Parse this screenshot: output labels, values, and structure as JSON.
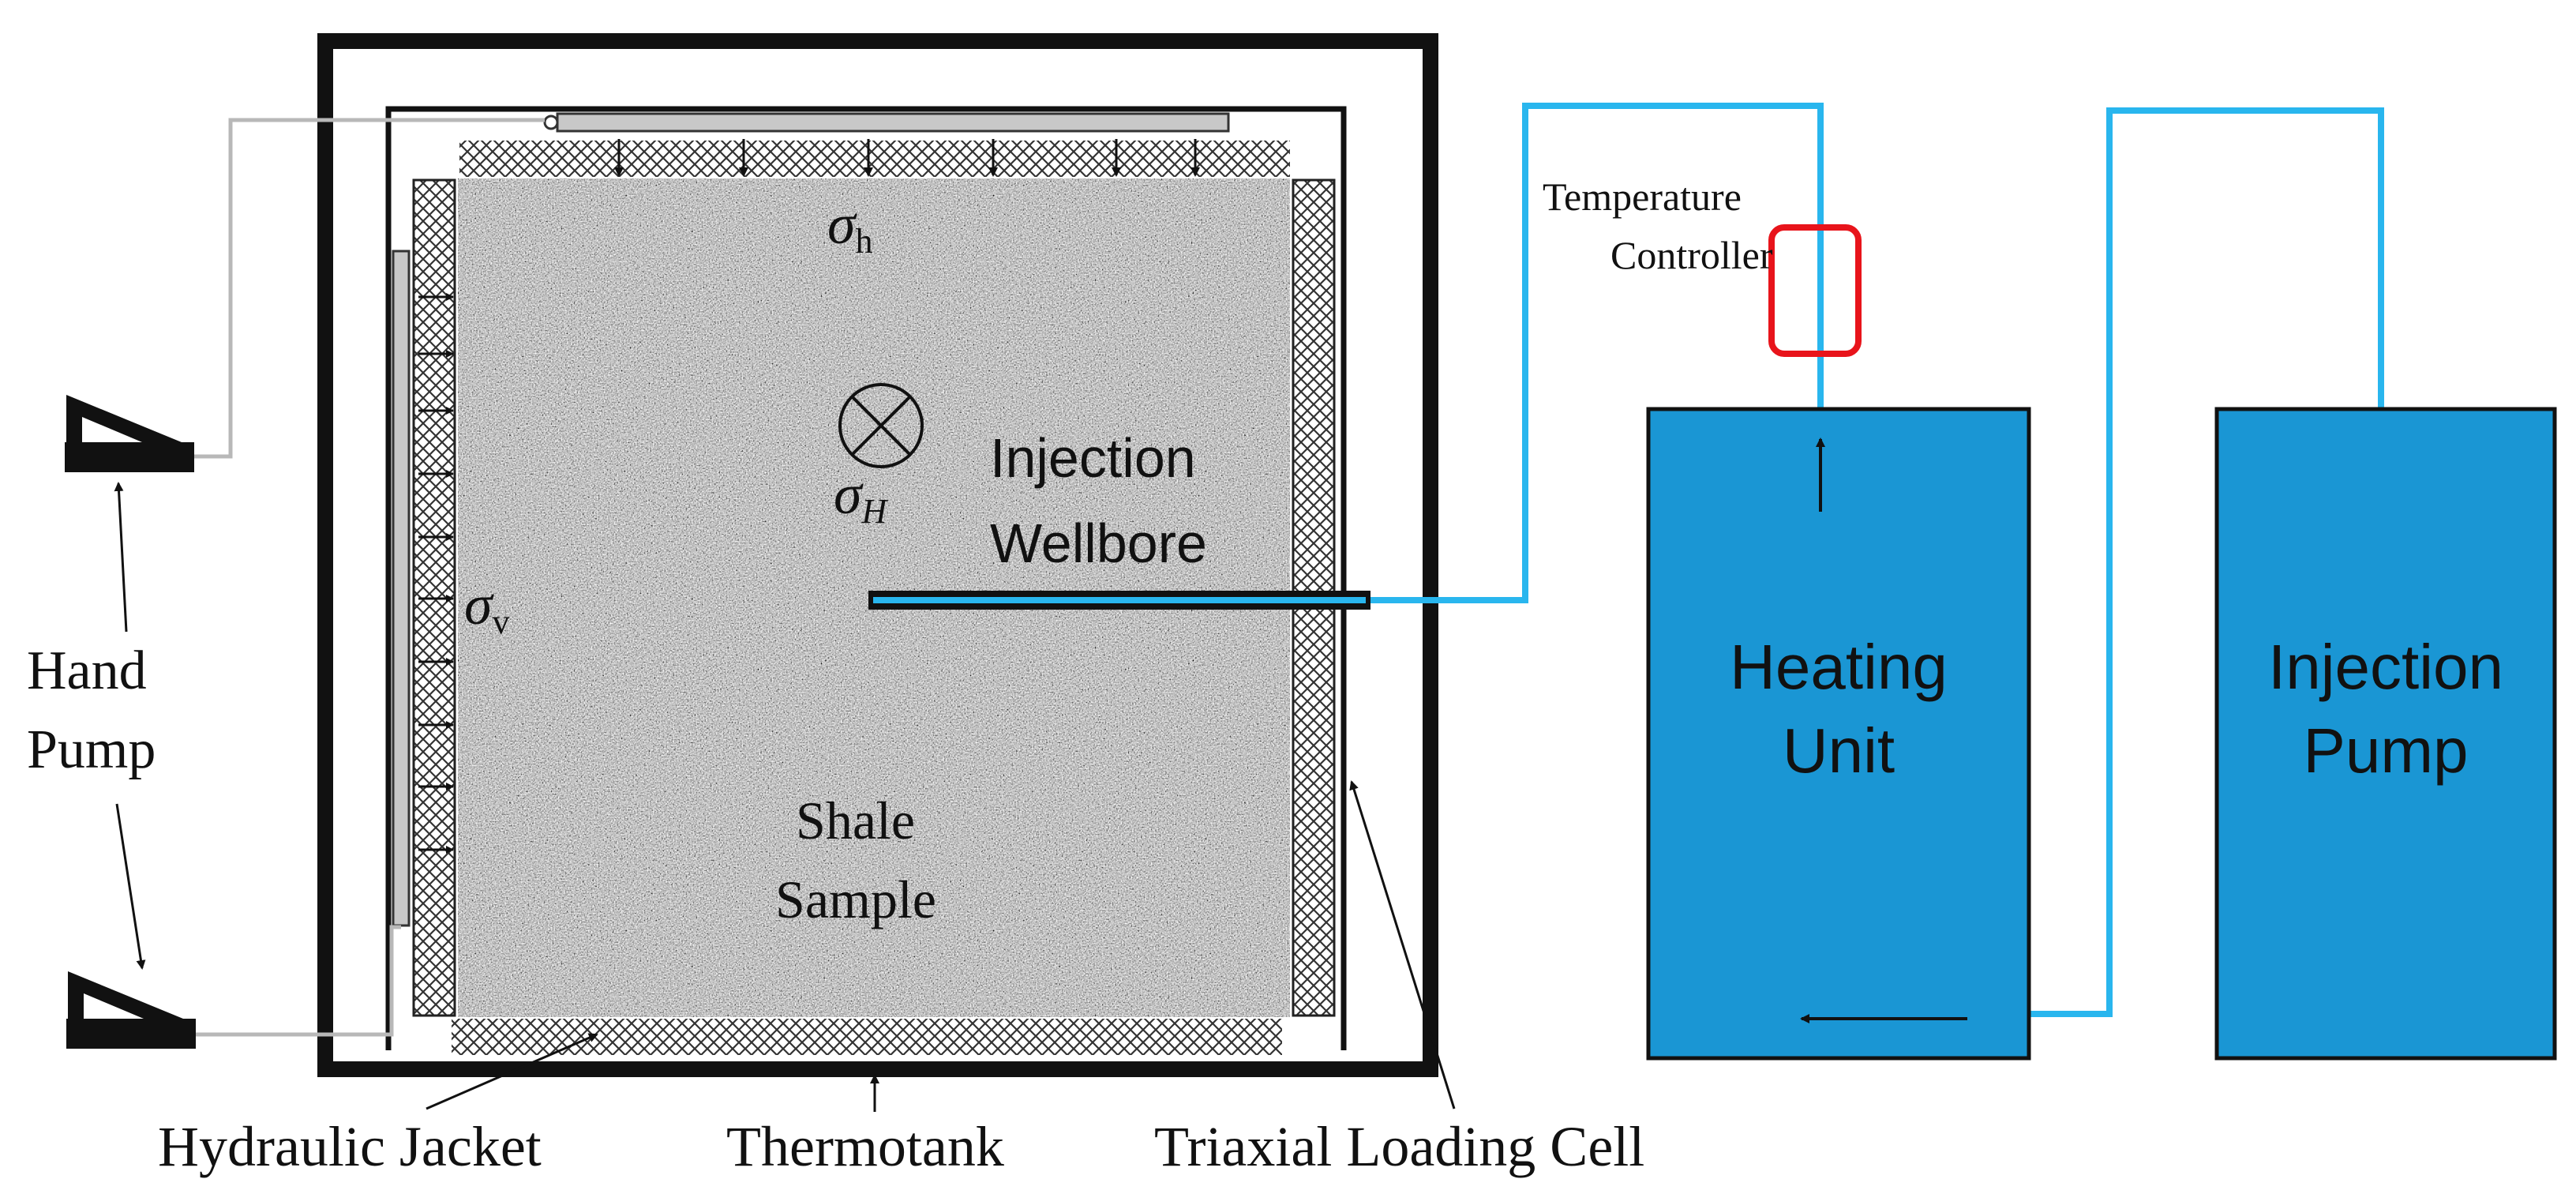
{
  "labels": {
    "sigma_h": "σ",
    "sigma_h_sub": "h",
    "sigma_H": "σ",
    "sigma_H_sub": "H",
    "sigma_v": "σ",
    "sigma_v_sub": "v",
    "injection_wellbore_1": "Injection",
    "injection_wellbore_2": "Wellbore",
    "shale_sample_1": "Shale",
    "shale_sample_2": "Sample",
    "hand_pump_1": "Hand",
    "hand_pump_2": "Pump",
    "temperature_controller_1": "Temperature",
    "temperature_controller_2": "Controller",
    "heating_unit_1": "Heating",
    "heating_unit_2": "Unit",
    "injection_pump_1": "Injection",
    "injection_pump_2": "Pump",
    "hydraulic_jacket": "Hydraulic Jacket",
    "thermotank": "Thermotank",
    "triaxial_loading_cell": "Triaxial Loading Cell"
  },
  "colors": {
    "fluid_line": "#29B6EE",
    "unit_fill": "#1A96D4",
    "controller_outline": "#E8141B",
    "sample_base": "#9c9c9c",
    "pump_line": "#b8b8b8"
  }
}
